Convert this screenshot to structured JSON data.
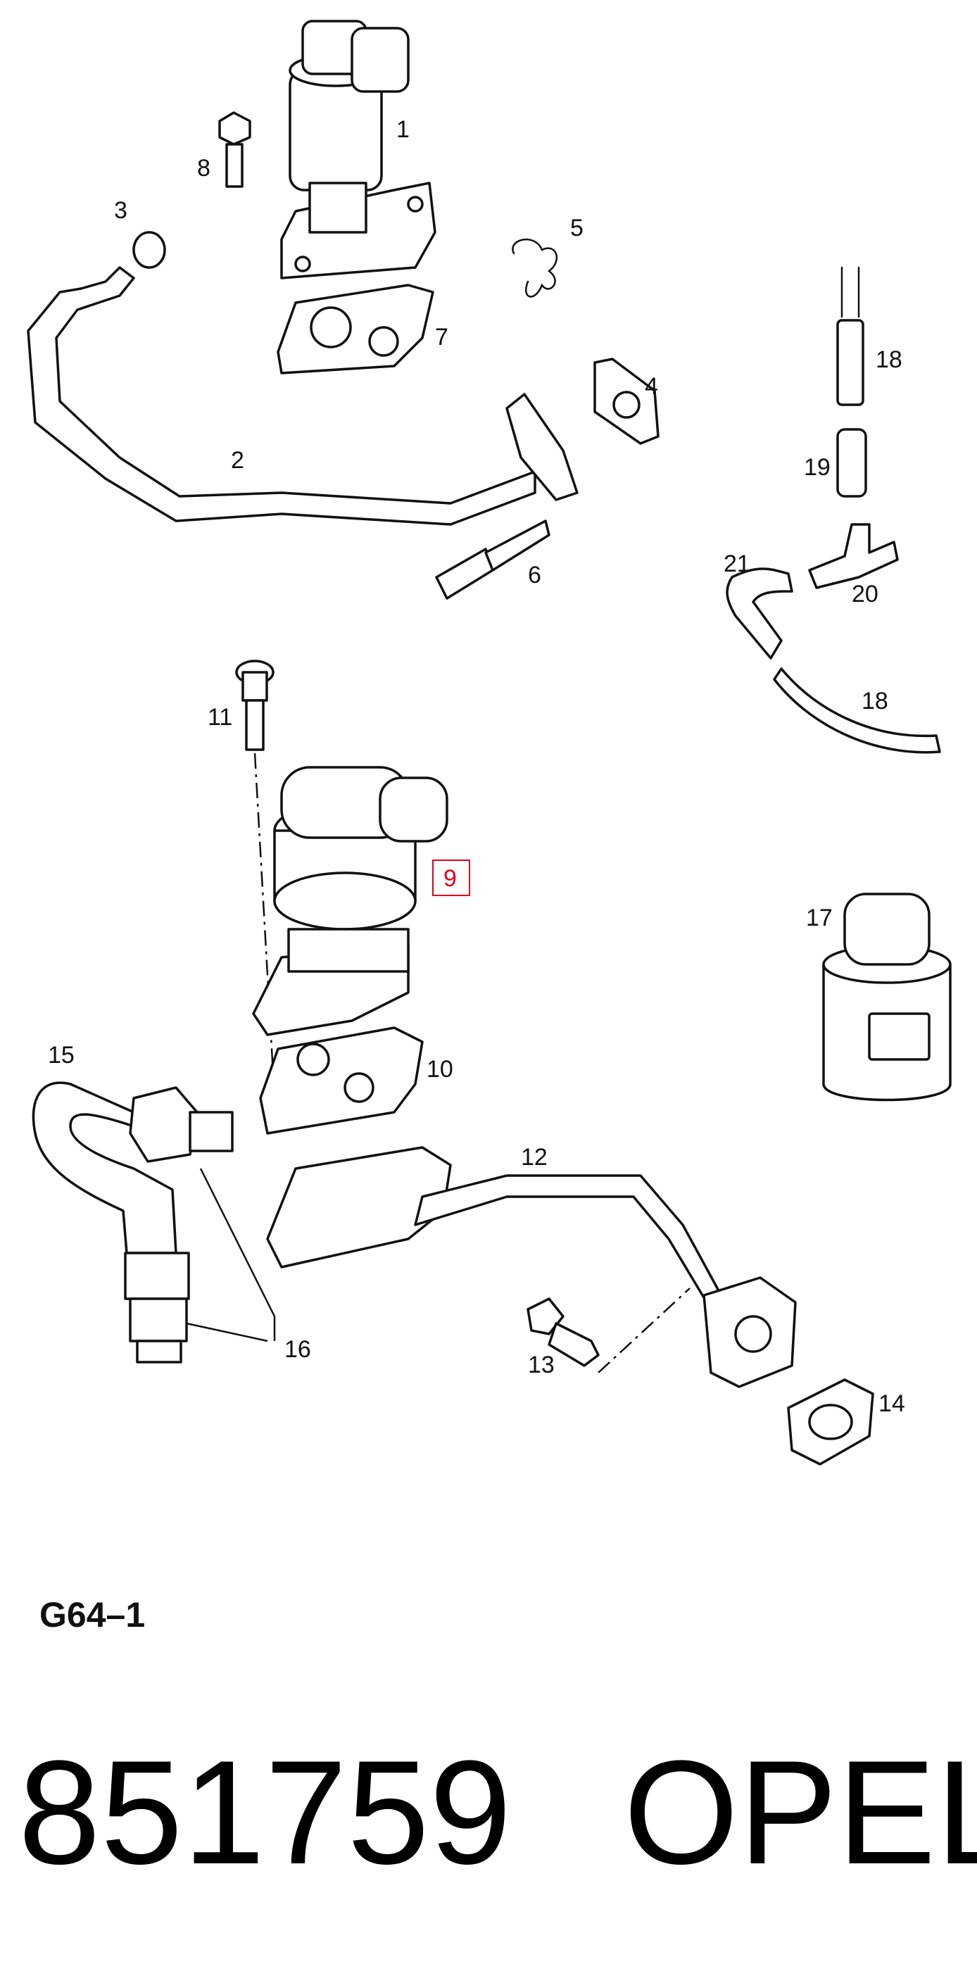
{
  "callouts": {
    "c1": "1",
    "c2": "2",
    "c3": "3",
    "c4": "4",
    "c5": "5",
    "c6": "6",
    "c7": "7",
    "c8": "8",
    "c9": "9",
    "c10": "10",
    "c11": "11",
    "c12": "12",
    "c13": "13",
    "c14": "14",
    "c15": "15",
    "c16": "16",
    "c17": "17",
    "c18a": "18",
    "c18b": "18",
    "c19": "19",
    "c20": "20",
    "c21": "21"
  },
  "highlighted_callout": "9",
  "colors": {
    "highlight": "#e0001b",
    "line": "#111111"
  },
  "figure_code": "G64–1",
  "part_number": "851759",
  "brand": "OPEL"
}
